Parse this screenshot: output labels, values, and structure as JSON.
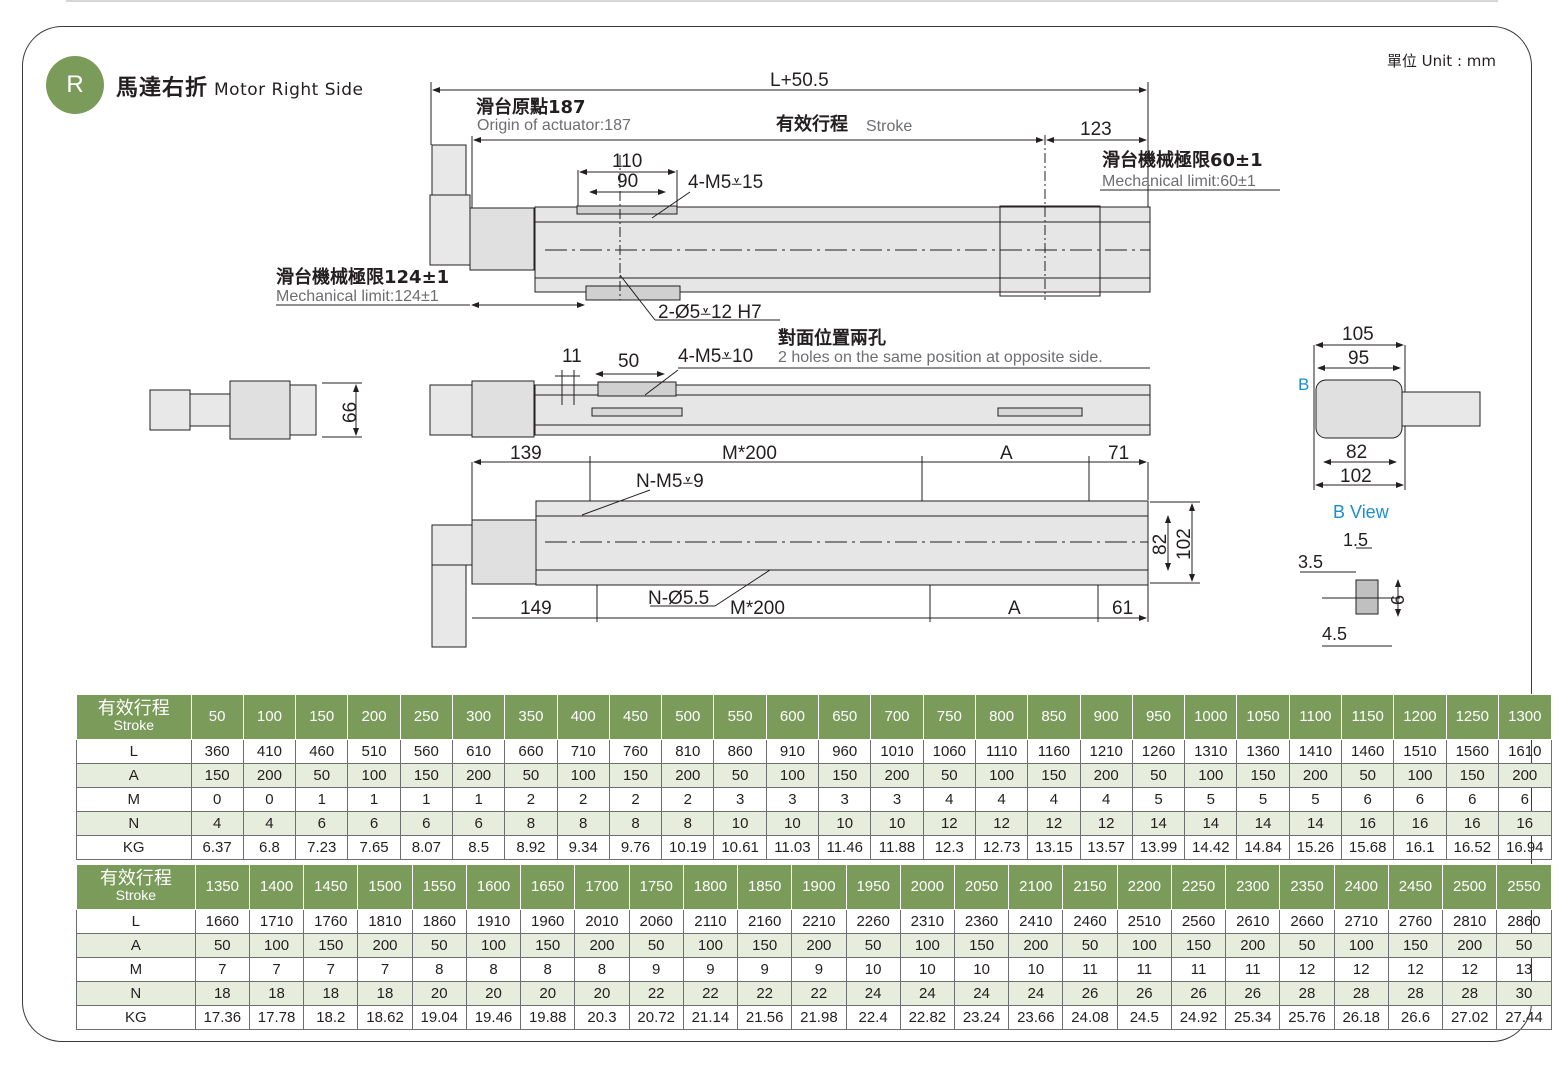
{
  "header": {
    "badge": "R",
    "title_cn": "馬達右折",
    "title_en": "Motor Right Side",
    "unit": "單位 Unit : mm"
  },
  "dims": {
    "l_plus": "L+50.5",
    "origin_cn": "滑台原點187",
    "origin_en": "Origin of actuator:187",
    "stroke_cn": "有效行程",
    "stroke_en": "Stroke",
    "d123": "123",
    "mech60_cn": "滑台機械極限60±1",
    "mech60_en": "Mechanical limit:60±1",
    "d110": "110",
    "d90": "90",
    "m5_15": "4-M5⩡15",
    "mech124_cn": "滑台機械極限124±1",
    "mech124_en": "Mechanical limit:124±1",
    "d5_12": "2-Ø5⩡12 H7",
    "opp_cn": "對面位置兩孔",
    "opp_en": "2 holes on the same position at opposite side.",
    "d11": "11",
    "d50": "50",
    "m5_10": "4-M5⩡10",
    "d66": "66",
    "d139": "139",
    "m200": "M*200",
    "a": "A",
    "d71": "71",
    "nm5": "N-M5⩡9",
    "d82": "82",
    "d102": "102",
    "d149": "149",
    "n55": "N-Ø5.5",
    "d61": "61",
    "d105": "105",
    "d95": "95",
    "b": "B",
    "b82": "82",
    "b102": "102",
    "bview": "B View",
    "d1_5": "1.5",
    "d3_5": "3.5",
    "d6": "6",
    "d4_5": "4.5"
  },
  "table": {
    "stroke_cn": "有效行程",
    "stroke_en": "Stroke",
    "row_labels": [
      "L",
      "A",
      "M",
      "N",
      "KG"
    ],
    "block1": {
      "strokes": [
        "50",
        "100",
        "150",
        "200",
        "250",
        "300",
        "350",
        "400",
        "450",
        "500",
        "550",
        "600",
        "650",
        "700",
        "750",
        "800",
        "850",
        "900",
        "950",
        "1000",
        "1050",
        "1100",
        "1150",
        "1200",
        "1250",
        "1300"
      ],
      "L": [
        "360",
        "410",
        "460",
        "510",
        "560",
        "610",
        "660",
        "710",
        "760",
        "810",
        "860",
        "910",
        "960",
        "1010",
        "1060",
        "1110",
        "1160",
        "1210",
        "1260",
        "1310",
        "1360",
        "1410",
        "1460",
        "1510",
        "1560",
        "1610"
      ],
      "A": [
        "150",
        "200",
        "50",
        "100",
        "150",
        "200",
        "50",
        "100",
        "150",
        "200",
        "50",
        "100",
        "150",
        "200",
        "50",
        "100",
        "150",
        "200",
        "50",
        "100",
        "150",
        "200",
        "50",
        "100",
        "150",
        "200"
      ],
      "M": [
        "0",
        "0",
        "1",
        "1",
        "1",
        "1",
        "2",
        "2",
        "2",
        "2",
        "3",
        "3",
        "3",
        "3",
        "4",
        "4",
        "4",
        "4",
        "5",
        "5",
        "5",
        "5",
        "6",
        "6",
        "6",
        "6"
      ],
      "N": [
        "4",
        "4",
        "6",
        "6",
        "6",
        "6",
        "8",
        "8",
        "8",
        "8",
        "10",
        "10",
        "10",
        "10",
        "12",
        "12",
        "12",
        "12",
        "14",
        "14",
        "14",
        "14",
        "16",
        "16",
        "16",
        "16"
      ],
      "KG": [
        "6.37",
        "6.8",
        "7.23",
        "7.65",
        "8.07",
        "8.5",
        "8.92",
        "9.34",
        "9.76",
        "10.19",
        "10.61",
        "11.03",
        "11.46",
        "11.88",
        "12.3",
        "12.73",
        "13.15",
        "13.57",
        "13.99",
        "14.42",
        "14.84",
        "15.26",
        "15.68",
        "16.1",
        "16.52",
        "16.94"
      ]
    },
    "block2": {
      "strokes": [
        "1350",
        "1400",
        "1450",
        "1500",
        "1550",
        "1600",
        "1650",
        "1700",
        "1750",
        "1800",
        "1850",
        "1900",
        "1950",
        "2000",
        "2050",
        "2100",
        "2150",
        "2200",
        "2250",
        "2300",
        "2350",
        "2400",
        "2450",
        "2500",
        "2550"
      ],
      "L": [
        "1660",
        "1710",
        "1760",
        "1810",
        "1860",
        "1910",
        "1960",
        "2010",
        "2060",
        "2110",
        "2160",
        "2210",
        "2260",
        "2310",
        "2360",
        "2410",
        "2460",
        "2510",
        "2560",
        "2610",
        "2660",
        "2710",
        "2760",
        "2810",
        "2860"
      ],
      "A": [
        "50",
        "100",
        "150",
        "200",
        "50",
        "100",
        "150",
        "200",
        "50",
        "100",
        "150",
        "200",
        "50",
        "100",
        "150",
        "200",
        "50",
        "100",
        "150",
        "200",
        "50",
        "100",
        "150",
        "200",
        "50"
      ],
      "M": [
        "7",
        "7",
        "7",
        "7",
        "8",
        "8",
        "8",
        "8",
        "9",
        "9",
        "9",
        "9",
        "10",
        "10",
        "10",
        "10",
        "11",
        "11",
        "11",
        "11",
        "12",
        "12",
        "12",
        "12",
        "13"
      ],
      "N": [
        "18",
        "18",
        "18",
        "18",
        "20",
        "20",
        "20",
        "20",
        "22",
        "22",
        "22",
        "22",
        "24",
        "24",
        "24",
        "24",
        "26",
        "26",
        "26",
        "26",
        "28",
        "28",
        "28",
        "28",
        "30"
      ],
      "KG": [
        "17.36",
        "17.78",
        "18.2",
        "18.62",
        "19.04",
        "19.46",
        "19.88",
        "20.3",
        "20.72",
        "21.14",
        "21.56",
        "21.98",
        "22.4",
        "22.82",
        "23.24",
        "23.66",
        "24.08",
        "24.5",
        "24.92",
        "25.34",
        "25.76",
        "26.18",
        "26.6",
        "27.02",
        "27.44"
      ]
    }
  }
}
